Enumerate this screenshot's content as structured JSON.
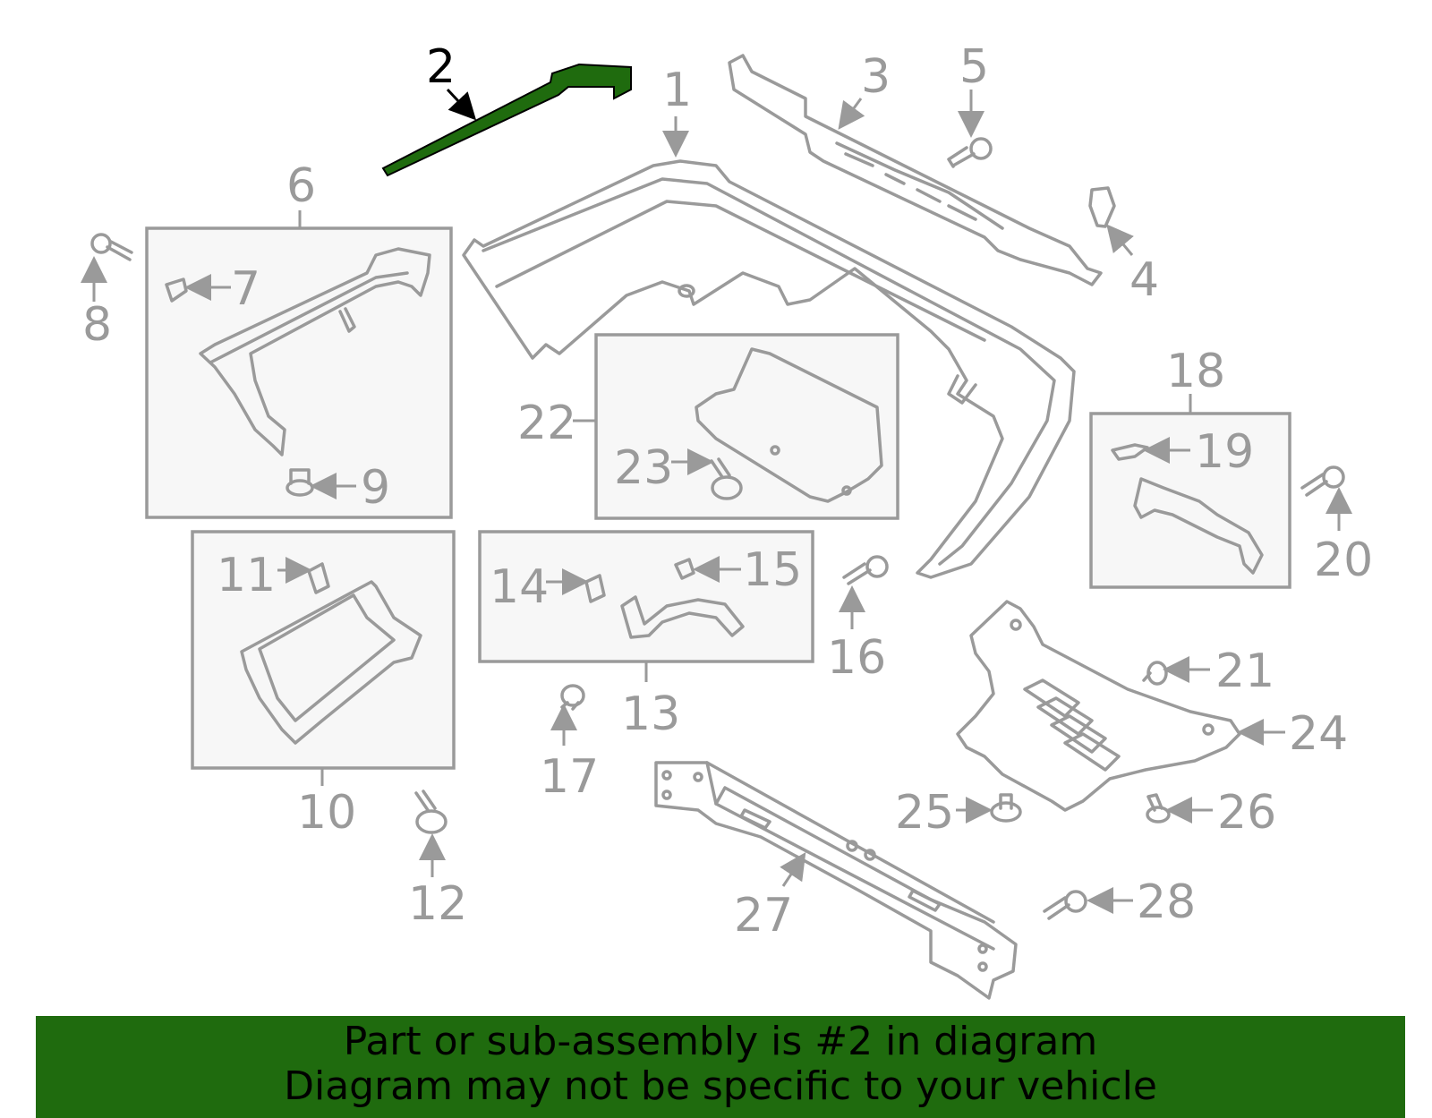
{
  "highlight_color": "#1f6b0e",
  "callouts": {
    "c1": "1",
    "c2": "2",
    "c3": "3",
    "c4": "4",
    "c5": "5",
    "c6": "6",
    "c7": "7",
    "c8": "8",
    "c9": "9",
    "c10": "10",
    "c11": "11",
    "c12": "12",
    "c13": "13",
    "c14": "14",
    "c15": "15",
    "c16": "16",
    "c17": "17",
    "c18": "18",
    "c19": "19",
    "c20": "20",
    "c21": "21",
    "c22": "22",
    "c23": "23",
    "c24": "24",
    "c25": "25",
    "c26": "26",
    "c27": "27",
    "c28": "28"
  },
  "banner": {
    "line1": "Part or sub-assembly is #2 in diagram",
    "line2": "Diagram may not be specific to your vehicle"
  }
}
